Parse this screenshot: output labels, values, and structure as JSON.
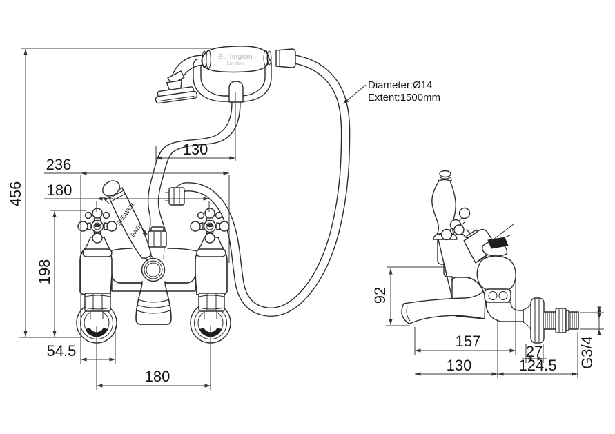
{
  "meta": {
    "title": "Bath shower mixer technical drawing",
    "background_color": "#ffffff",
    "line_color": "#2c2c2c",
    "dimension_color": "#3a3a3a",
    "brand_text_color": "#b9b9b9",
    "hatch_color": "#1d1d1d"
  },
  "product": {
    "brand": "Burlington",
    "brand_city": "London",
    "lever_label_top": "SHOWER",
    "lever_label_bottom": "BATH"
  },
  "notes": {
    "hose_diameter": "Diameter:Ø14",
    "hose_extent": "Extent:1500mm"
  },
  "front_view_dimensions": {
    "overall_height": "456",
    "body_width": "236",
    "handle_centres": "180",
    "body_height": "198",
    "cradle_offset": "130",
    "flange_offset": "54.5",
    "inlet_centres": "180"
  },
  "side_view_dimensions": {
    "spout_drop": "92",
    "spout_reach": "157",
    "flange_neck": "27",
    "wall_to_spout": "130",
    "tail_length": "124.5",
    "thread_size": "G3/4"
  }
}
